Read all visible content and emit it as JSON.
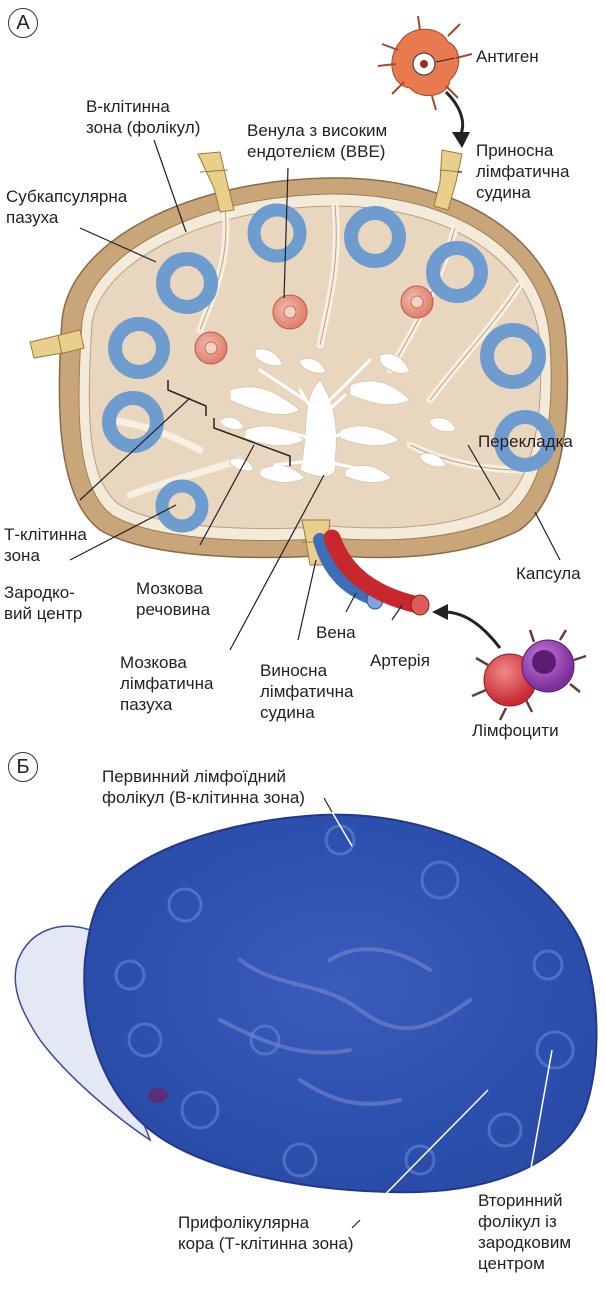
{
  "panel_a": {
    "letter": "А",
    "labels": {
      "antigen": "Антиген",
      "afferent_vessel": "Приносна\nлімфатична\nсудина",
      "b_cell_zone": "В-клітинна\nзона (фолікул)",
      "hev": "Венула з високим\nендотелієм (ВВЕ)",
      "subcapsular_sinus": "Субкапсулярна\nпазуха",
      "trabecula": "Перекладка",
      "capsule": "Капсула",
      "t_cell_zone": "Т-клітинна\nзона",
      "germinal_center": "Зародко-\nвий центр",
      "medulla": "Мозкова\nречовина",
      "medullary_sinus": "Мозкова\nлімфатична\nпазуха",
      "efferent_vessel": "Виносна\nлімфатична\nсудина",
      "vein": "Вена",
      "artery": "Артерія",
      "lymphocytes": "Лімфоцити"
    },
    "colors": {
      "capsule": "#c9a57a",
      "cortex": "#e8d6bf",
      "follicle": "#6f9ccf",
      "vessel_yellow": "#e8cf8c",
      "hev": "#e39a88",
      "artery": "#c8282d",
      "vein": "#3d6fb8"
    }
  },
  "panel_b": {
    "letter": "Б",
    "labels": {
      "primary_follicle": "Первинний лімфоїдний\nфолікул (В-клітинна зона)",
      "paracortex": "Прифолікулярна\nкора (Т-клітинна зона)",
      "secondary_follicle": "Вторинний\nфолікул із\nзародковим\nцентром"
    },
    "colors": {
      "tissue": "#2c4fae",
      "tissue_dark": "#1d3585",
      "edge": "#d8dcef"
    }
  }
}
